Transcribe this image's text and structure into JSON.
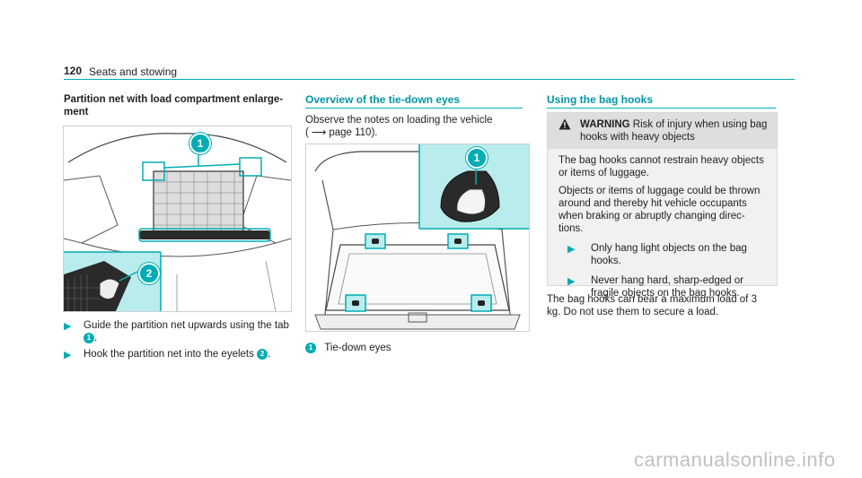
{
  "header": {
    "page_number": "120",
    "section_title": "Seats and stowing"
  },
  "left": {
    "heading": "Partition net with load compartment enlarge-\nment",
    "instructions": [
      {
        "text": "Guide the partition net upwards using the tab",
        "badge": "1",
        "after": "."
      },
      {
        "text": "Hook the partition net into the eyelets",
        "badge": "2",
        "after": "."
      }
    ],
    "figure_callouts": [
      "1",
      "2"
    ]
  },
  "middle": {
    "heading": "Overview of the tie-down eyes",
    "intro_line1": "Observe the notes on loading the vehicle",
    "intro_line2_prefix": "(",
    "intro_arrow": "⟶",
    "intro_line2_ref": "page 110).",
    "figure_callout": "1",
    "legend_badge": "1",
    "legend_text": "Tie-down eyes"
  },
  "right": {
    "heading": "Using the bag hooks",
    "warning": {
      "label": "WARNING",
      "title": "Risk of injury when using bag hooks with heavy objects",
      "paragraphs": [
        "The bag hooks cannot restrain heavy objects or items of luggage.",
        "Objects or items of luggage could be thrown around and thereby hit vehicle occupants when braking or abruptly changing direc-tions."
      ],
      "bullets": [
        "Only hang light objects on the bag hooks.",
        "Never hang hard, sharp-edged or fragile objects on the bag hooks."
      ]
    },
    "note": "The bag hooks can bear a maximum load of 3 kg. Do not use them to secure a load."
  },
  "footer": {
    "watermark": "carmanualsonline.info"
  },
  "colors": {
    "accent": "#00adb5",
    "accent_light": "#b9ecec",
    "heading_teal": "#0097a7"
  }
}
